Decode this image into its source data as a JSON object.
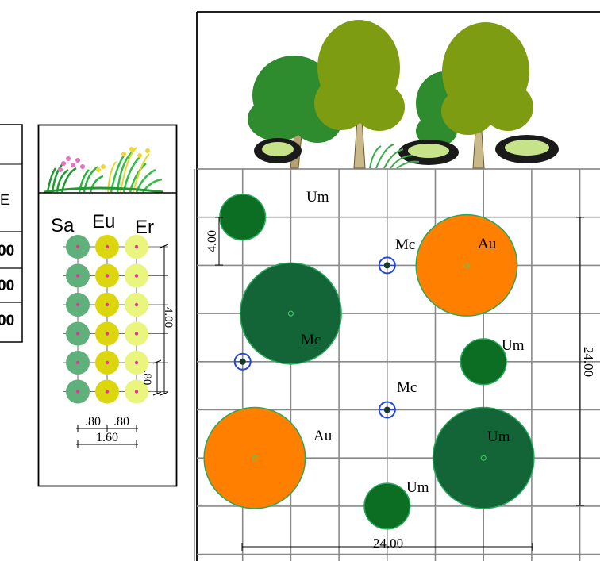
{
  "left_table": {
    "partial_header": "E",
    "rows": [
      "00",
      "00",
      "00"
    ]
  },
  "strip_panel": {
    "columns": [
      {
        "label": "Sa",
        "color": "#5fb07a"
      },
      {
        "label": "Eu",
        "color": "#dcd60f"
      },
      {
        "label": "Er",
        "color": "#e9f57c"
      }
    ],
    "dot_color": "#e0389a",
    "plants_per_column": 6,
    "dim_row_spacing": ".80",
    "dim_col_spacing_1": ".80",
    "dim_col_spacing_2": ".80",
    "dim_total_width": "1.60",
    "dim_height": "4.00"
  },
  "plan": {
    "grid_cell_label": "4.00",
    "width_label": "24.00",
    "height_label": "24.00",
    "colors": {
      "Um": "#0c6e22",
      "Mc_large": "#136437",
      "Au": "#ff7f00",
      "Mc_marker": "#2446d8",
      "outline": "#28a85a"
    },
    "plants": [
      {
        "code": "Um",
        "kind": "Um",
        "gx": 1,
        "gy": 1,
        "r": 0.95
      },
      {
        "code": "Mc",
        "kind": "Mc_marker",
        "gx": 4,
        "gy": 2
      },
      {
        "code": "Au",
        "kind": "Au",
        "gx": 5.65,
        "gy": 2,
        "r": 2.1
      },
      {
        "code": "",
        "kind": "Mc_large",
        "gx": 2,
        "gy": 3,
        "r": 2.1
      },
      {
        "code": "Mc",
        "kind": "Mc_marker",
        "gx": 1,
        "gy": 4
      },
      {
        "code": "Um",
        "kind": "Um",
        "gx": 6,
        "gy": 4,
        "r": 0.95
      },
      {
        "code": "Mc",
        "kind": "Mc_marker",
        "gx": 4,
        "gy": 5
      },
      {
        "code": "Au",
        "kind": "Au",
        "gx": 1.25,
        "gy": 6,
        "r": 2.1
      },
      {
        "code": "Um",
        "kind": "Mc_large",
        "gx": 6,
        "gy": 6,
        "r": 2.1
      },
      {
        "code": "Um",
        "kind": "Um",
        "gx": 4,
        "gy": 7,
        "r": 0.95
      }
    ]
  }
}
